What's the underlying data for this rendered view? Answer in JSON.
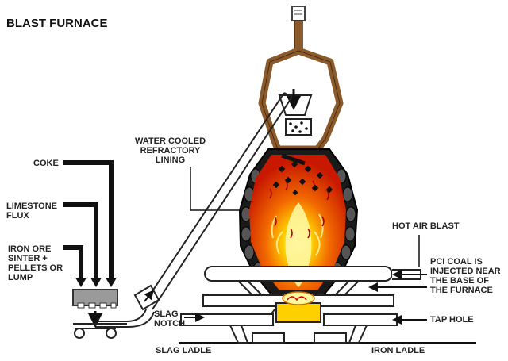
{
  "title": "BLAST FURNACE",
  "labels": {
    "coke": "COKE",
    "limestone": "LIMESTONE\nFLUX",
    "iron_ore": "IRON ORE\nSINTER +\nPELLETS OR\nLUMP",
    "water_cooled": "WATER COOLED\nREFRACTORY\nLINING",
    "hot_air": "HOT AIR BLAST",
    "pci": "PCI COAL IS\nINJECTED NEAR\nTHE BASE OF\nTHE FURNACE",
    "tap_hole": "TAP HOLE",
    "slag_notch": "SLAG\nNOTCH",
    "slag_ladle": "SLAG LADLE",
    "iron_ladle": "IRON LADLE"
  },
  "colors": {
    "shell": "#8a5a2b",
    "flame_outer": "#cc1a00",
    "flame_mid": "#f26a00",
    "flame_inner": "#ffd000",
    "lining": "#1a1a1a"
  }
}
